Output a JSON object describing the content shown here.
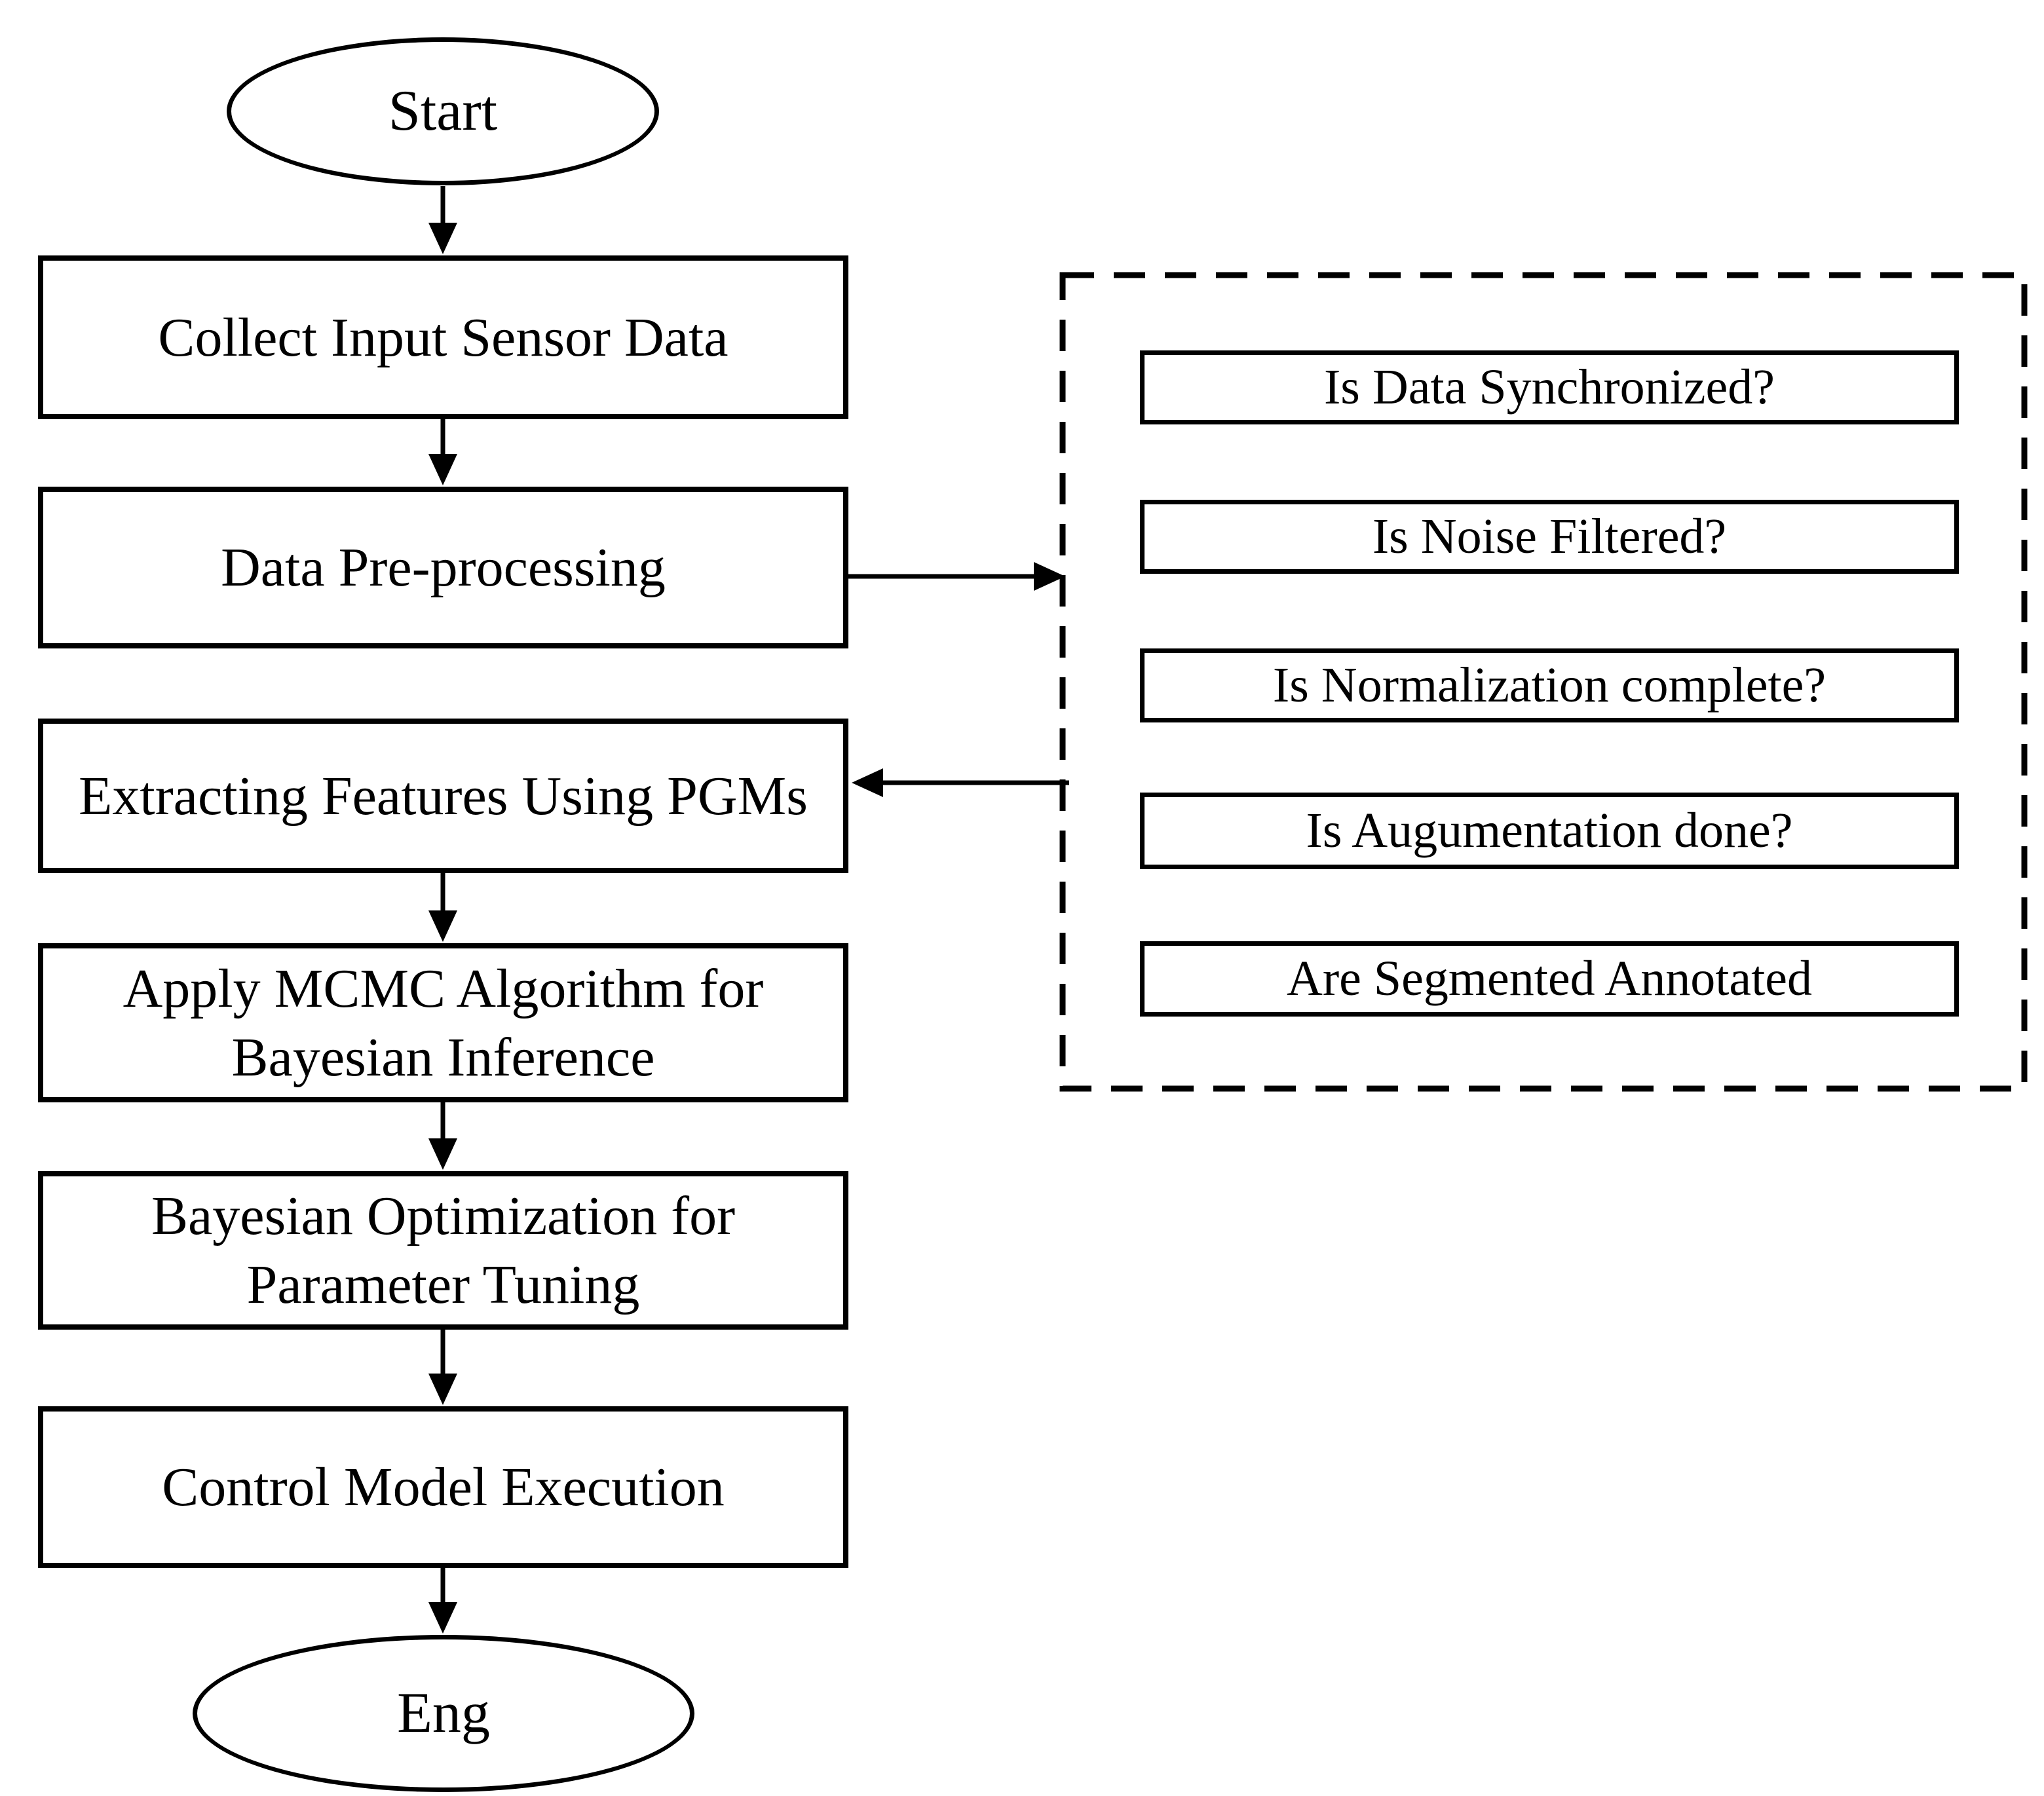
{
  "flowchart": {
    "nodes": [
      {
        "id": "start",
        "shape": "ellipse",
        "label": "Start"
      },
      {
        "id": "collect-input-sensor-data",
        "shape": "rect",
        "label": "Collect Input Sensor Data"
      },
      {
        "id": "data-pre-processing",
        "shape": "rect",
        "label": "Data Pre-processing"
      },
      {
        "id": "extracting-features-using-pgms",
        "shape": "rect",
        "label": "Extracting Features Using PGMs"
      },
      {
        "id": "apply-mcmc-algorithm",
        "shape": "rect",
        "lines": [
          "Apply MCMC Algorithm for",
          "Bayesian Inference"
        ]
      },
      {
        "id": "bayesian-optimization",
        "shape": "rect",
        "lines": [
          "Bayesian Optimization for",
          "Parameter Tuning"
        ]
      },
      {
        "id": "control-model-execution",
        "shape": "rect",
        "label": "Control Model Execution"
      },
      {
        "id": "end",
        "shape": "ellipse",
        "label": "Eng"
      }
    ],
    "checklist_items": [
      {
        "label": "Is Data Synchronized?"
      },
      {
        "label": "Is Noise Filtered?"
      },
      {
        "label": "Is Normalization complete?"
      },
      {
        "label": "Is Augumentation done?"
      },
      {
        "label": "Are Segmented Annotated"
      }
    ],
    "colors": {
      "line": "#000000",
      "background": "#ffffff"
    }
  }
}
